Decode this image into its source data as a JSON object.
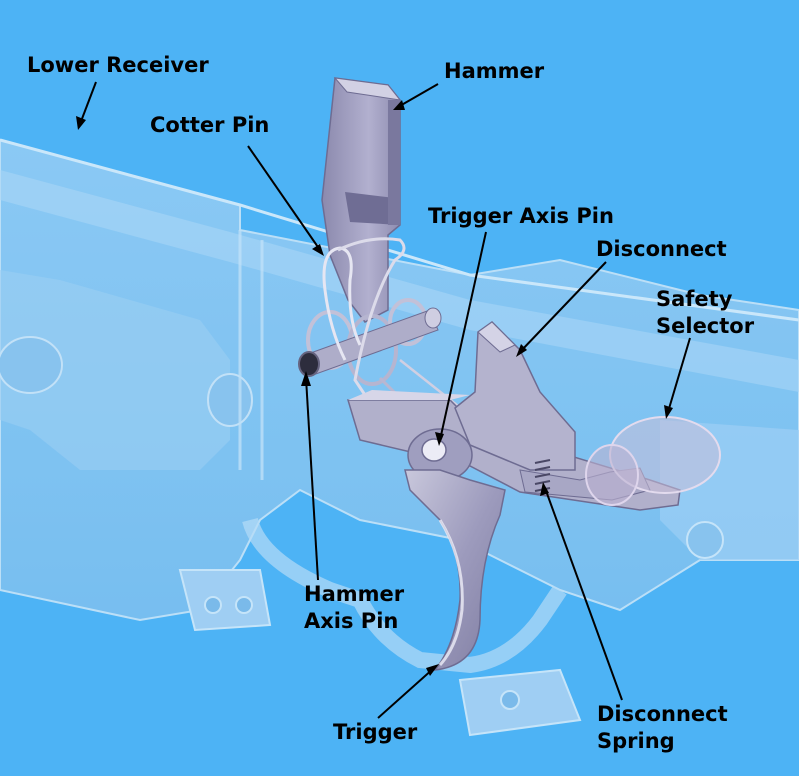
{
  "background_color": "#4db3f5",
  "receiver_color": "#9fcdf1",
  "part_color": "#a6a4c4",
  "label_color": "#000000",
  "labels": {
    "lower_receiver": "Lower Receiver",
    "cotter_pin": "Cotter Pin",
    "hammer": "Hammer",
    "trigger_axis_pin": "Trigger Axis Pin",
    "disconnect": "Disconnect",
    "safety_selector_line1": "Safety",
    "safety_selector_line2": "Selector",
    "hammer_axis_pin_line1": "Hammer",
    "hammer_axis_pin_line2": "Axis Pin",
    "trigger": "Trigger",
    "disconnect_spring_line1": "Disconnect",
    "disconnect_spring_line2": "Spring"
  }
}
